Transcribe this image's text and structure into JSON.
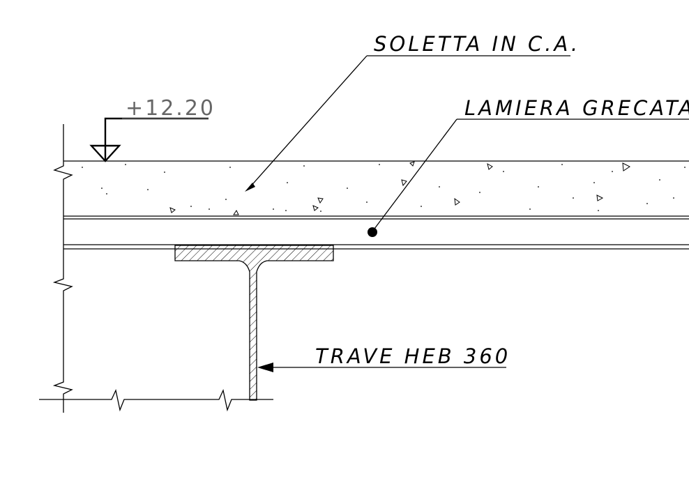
{
  "elevation": {
    "value": "+12.20"
  },
  "labels": {
    "slab": "SOLETTA IN C.A.",
    "deck": "LAMIERA GRECATA",
    "beam": "TRAVE HEB 360"
  }
}
